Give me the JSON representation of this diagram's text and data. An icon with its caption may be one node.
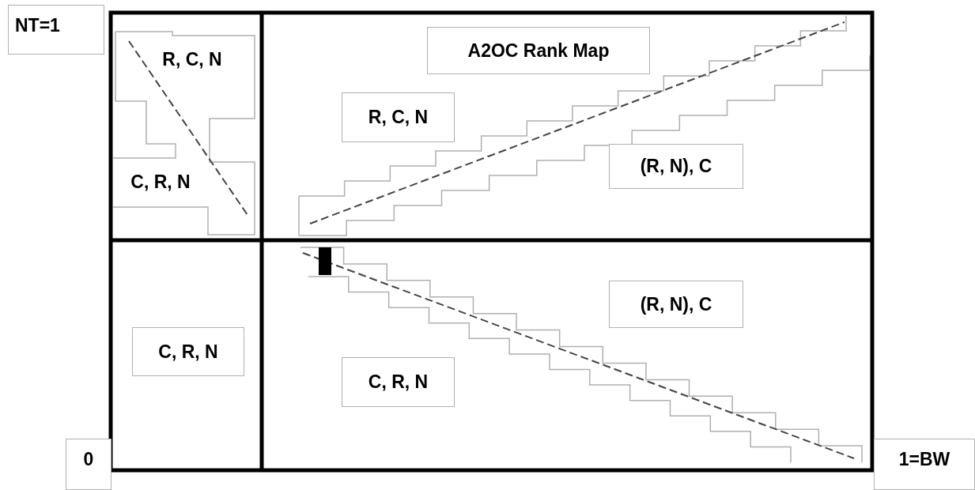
{
  "diagram": {
    "nodes": [
      {
        "text": [
          "NT=1"
        ]
      },
      {
        "text": [
          "R, C, N"
        ]
      },
      {
        "text": [
          "A2OC Rank Map"
        ]
      },
      {
        "text": [
          "R, C, N"
        ]
      },
      {
        "text": [
          "(R, N), C"
        ]
      },
      {
        "text": [
          "C, R, N"
        ]
      },
      {
        "text": [
          "(R, N), C"
        ]
      },
      {
        "text": [
          "C, R, N"
        ]
      },
      {
        "text": [
          "C, R, N"
        ]
      },
      {
        "text": [
          "0"
        ]
      },
      {
        "text": [
          "1=BW"
        ]
      }
    ]
  }
}
